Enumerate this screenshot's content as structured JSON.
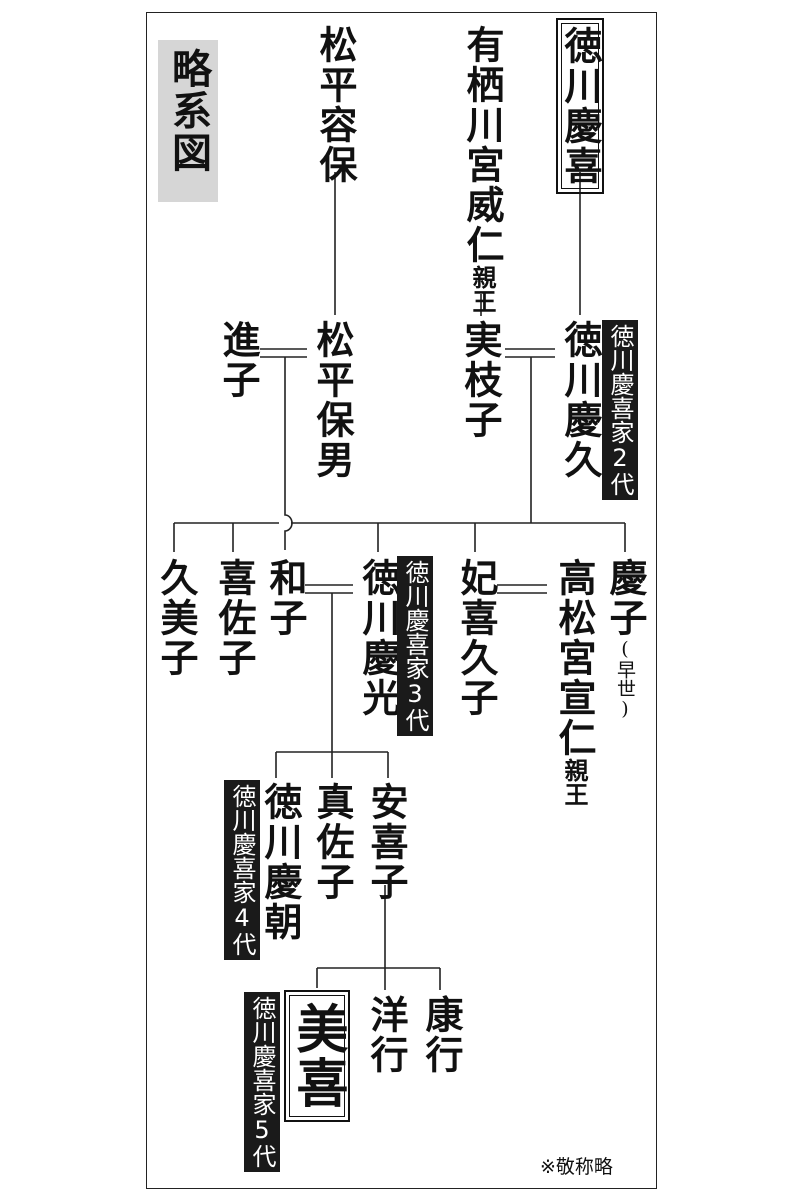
{
  "title": "略系図",
  "people": {
    "yoshinobu": "徳川慶喜",
    "takehito": "有栖川宮威仁",
    "takehito_suffix": "親王",
    "katamori": "松平容保",
    "yukiko": "進子",
    "morio": "松平保男",
    "mieko": "実枝子",
    "yoshihisa": "徳川慶久",
    "kumiko": "久美子",
    "kisako": "喜佐子",
    "kazuko": "和子",
    "yoshimitsu": "徳川慶光",
    "kikuko": "妃喜久子",
    "nobuhito": "高松宮宣仁",
    "nobuhito_suffix": "親王",
    "keiko": "慶子",
    "keiko_note": "(早世)",
    "yoshitomo": "徳川慶朝",
    "masako": "真佐子",
    "akiko": "安喜子",
    "yoshiki": "美喜",
    "hiroyuki": "洋行",
    "yasuyuki": "康行"
  },
  "labels": {
    "gen2": "徳川慶喜家2代",
    "gen3": "徳川慶喜家3代",
    "gen4": "徳川慶喜家4代",
    "gen5": "徳川慶喜家5代"
  },
  "note": "※敬称略"
}
